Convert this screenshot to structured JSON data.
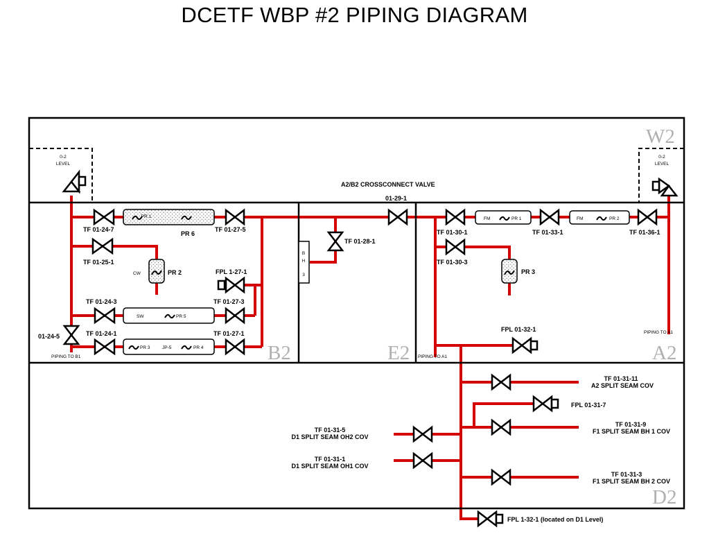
{
  "title": "DCETF WBP #2 PIPING DIAGRAM",
  "zones": {
    "w2": "W2",
    "b2": "B2",
    "e2": "E2",
    "a2": "A2",
    "d2": "D2"
  },
  "level_boxes": {
    "left": [
      "0-2",
      "LEVEL"
    ],
    "right": [
      "0-2",
      "LEVEL"
    ]
  },
  "labels": {
    "crossconnect": "A2/B2 CROSSCONNECT VALVE",
    "v01_29_1": "01-29-1",
    "tf01_24_7": "TF 01-24-7",
    "tf01_27_5": "TF 01-27-5",
    "pr6": "PR 6",
    "tf01_25_1": "TF 01-25-1",
    "cw": "CW",
    "pr2": "PR 2",
    "fpl1_27_1": "FPL 1-27-1",
    "tf01_24_3": "TF 01-24-3",
    "tf01_27_3": "TF 01-27-3",
    "sw": "SW",
    "pr5": "PR 5",
    "tf01_24_1": "TF 01-24-1",
    "tf01_27_1": "TF 01-27-1",
    "pr3_b": "PR 3",
    "jp5": "JP-5",
    "pr4": "PR 4",
    "pr1_b": "PR 1",
    "v01_24_5": "01-24-5",
    "piping_b1": "PIPING TO B1",
    "tf01_28_1": "TF 01-28-1",
    "bh3": [
      "B",
      "H",
      "3"
    ],
    "piping_a1_e2": "PIPING TO A1",
    "fm1": "FM",
    "pr1_a": "PR 1",
    "fm2": "FM",
    "pr2_a": "PR 2",
    "tf01_30_1": "TF 01-30-1",
    "tf01_33_1": "TF 01-33-1",
    "tf01_36_1": "TF 01-36-1",
    "tf01_30_3": "TF 01-30-3",
    "pr3_a": "PR 3",
    "fpl01_32_1": "FPL 01-32-1",
    "piping_a1_a2": "PIPING TO A1",
    "tf01_31_11": "TF 01-31-11",
    "a2_split": "A2 SPLIT SEAM COV",
    "fpl01_31_7": "FPL 01-31-7",
    "tf01_31_9": "TF 01-31-9",
    "f1_bh1": "F1 SPLIT SEAM BH 1 COV",
    "tf01_31_5": "TF 01-31-5",
    "d1_oh2": "D1 SPLIT SEAM OH2 COV",
    "tf01_31_1": "TF 01-31-1",
    "d1_oh1": "D1 SPLIT SEAM OH1 COV",
    "tf01_31_3": "TF 01-31-3",
    "f1_bh2": "F1 SPLIT SEAM BH 2 COV",
    "fpl1_32_1_d1": "FPL 1-32-1 (located on D1 Level)"
  },
  "colors": {
    "pipe": "#d40000",
    "zone": "#b0b0b0"
  }
}
